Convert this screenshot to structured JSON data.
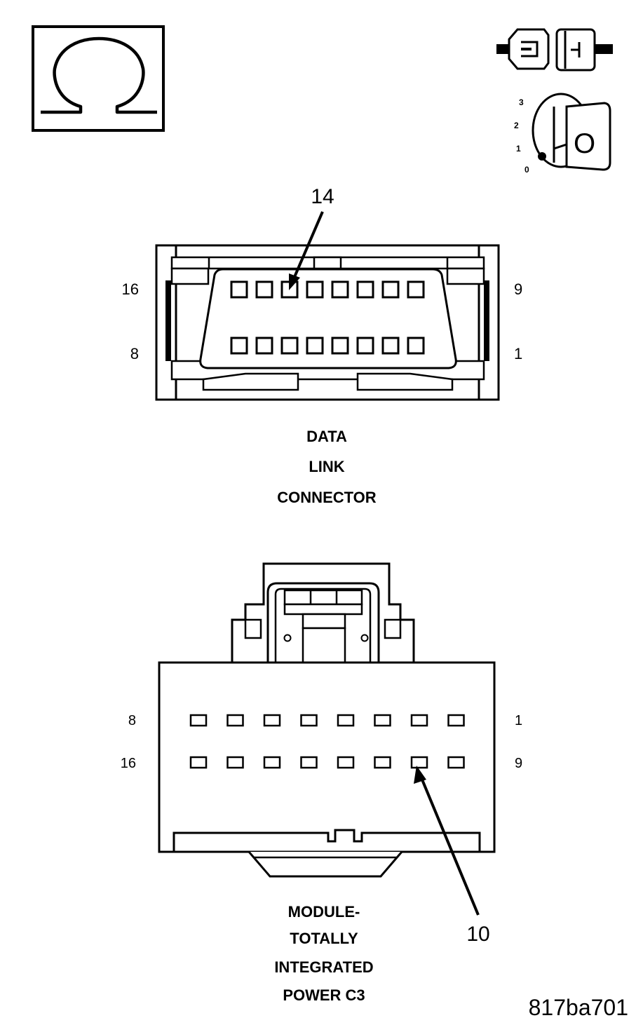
{
  "ohm_symbol": "Ω",
  "icons": {
    "ohmmeter": "ohm-symbol-icon",
    "disconnect": "connector-disconnected-icon",
    "ignition": "ignition-key-off-icon"
  },
  "ignition": {
    "positions": [
      "3",
      "2",
      "1",
      "0"
    ],
    "key_label": "O"
  },
  "data_link_connector": {
    "callout": "14",
    "pin_labels": {
      "top_left": "16",
      "top_right": "9",
      "bottom_left": "8",
      "bottom_right": "1"
    },
    "title_lines": [
      "DATA",
      "LINK",
      "CONNECTOR"
    ]
  },
  "tipm_c3": {
    "callout": "10",
    "pin_labels": {
      "top_left": "8",
      "top_right": "1",
      "bottom_left": "16",
      "bottom_right": "9"
    },
    "title_lines": [
      "MODULE-",
      "TOTALLY",
      "INTEGRATED",
      "POWER C3"
    ]
  },
  "figure_id": "817ba701"
}
